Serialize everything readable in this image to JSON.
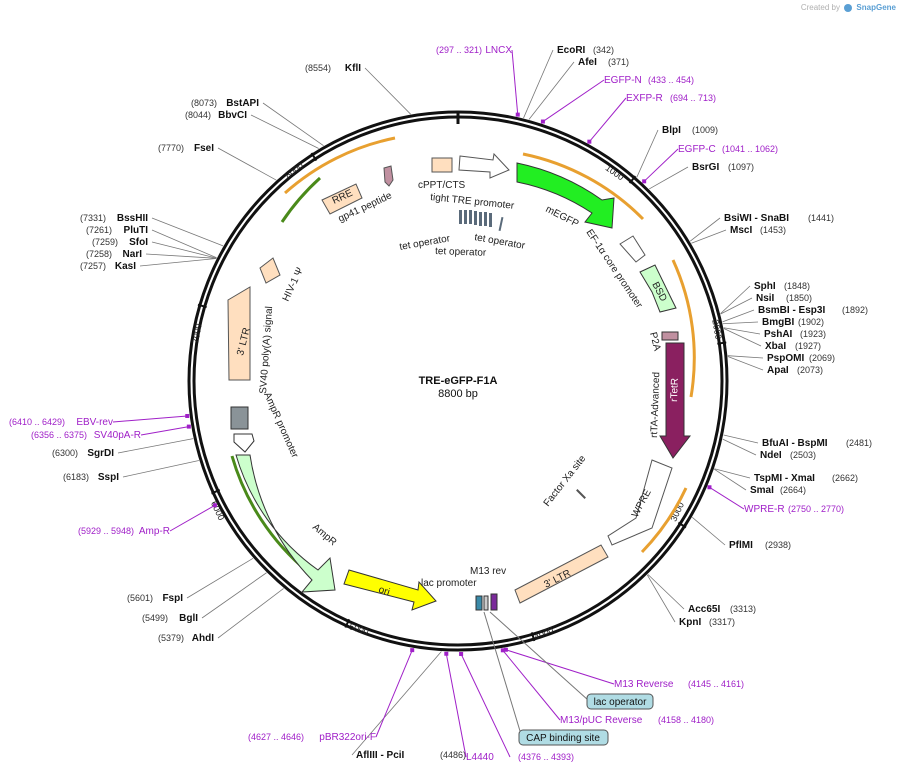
{
  "credit": {
    "prefix": "Created by",
    "brand": "SnapGene"
  },
  "plasmid": {
    "name": "TRE-eGFP-F1A",
    "length": "8800 bp",
    "total_bp": 8800
  },
  "ticks": [
    "1000",
    "2000",
    "3000",
    "4000",
    "5000",
    "6000",
    "7000",
    "8000"
  ],
  "enzymes": [
    {
      "name": "KflI",
      "pos": "(8554)",
      "loc": 8554
    },
    {
      "name": "EcoRI",
      "pos": "(342)",
      "loc": 342
    },
    {
      "name": "AfeI",
      "pos": "(371)",
      "loc": 371
    },
    {
      "name": "BstAPI",
      "pos": "(8073)",
      "loc": 8073
    },
    {
      "name": "BbvCI",
      "pos": "(8044)",
      "loc": 8044
    },
    {
      "name": "FseI",
      "pos": "(7770)",
      "loc": 7770
    },
    {
      "name": "BlpI",
      "pos": "(1009)",
      "loc": 1009
    },
    {
      "name": "BsrGI",
      "pos": "(1097)",
      "loc": 1097
    },
    {
      "name": "BsiWI - SnaBI",
      "pos": "(1441)",
      "loc": 1441
    },
    {
      "name": "MscI",
      "pos": "(1453)",
      "loc": 1453
    },
    {
      "name": "BssHII",
      "pos": "(7331)",
      "loc": 7331
    },
    {
      "name": "PluTI",
      "pos": "(7261)",
      "loc": 7261
    },
    {
      "name": "SfoI",
      "pos": "(7259)",
      "loc": 7259
    },
    {
      "name": "NarI",
      "pos": "(7258)",
      "loc": 7258
    },
    {
      "name": "KasI",
      "pos": "(7257)",
      "loc": 7257
    },
    {
      "name": "SphI",
      "pos": "(1848)",
      "loc": 1848
    },
    {
      "name": "NsiI",
      "pos": "(1850)",
      "loc": 1850
    },
    {
      "name": "BsmBI - Esp3I",
      "pos": "(1892)",
      "loc": 1892
    },
    {
      "name": "BmgBI",
      "pos": "(1902)",
      "loc": 1902
    },
    {
      "name": "PshAI",
      "pos": "(1923)",
      "loc": 1923
    },
    {
      "name": "XbaI",
      "pos": "(1927)",
      "loc": 1927
    },
    {
      "name": "PspOMI",
      "pos": "(2069)",
      "loc": 2069
    },
    {
      "name": "ApaI",
      "pos": "(2073)",
      "loc": 2073
    },
    {
      "name": "SgrDI",
      "pos": "(6300)",
      "loc": 6300
    },
    {
      "name": "SspI",
      "pos": "(6183)",
      "loc": 6183
    },
    {
      "name": "BfuAI - BspMI",
      "pos": "(2481)",
      "loc": 2481
    },
    {
      "name": "NdeI",
      "pos": "(2503)",
      "loc": 2503
    },
    {
      "name": "TspMI - XmaI",
      "pos": "(2662)",
      "loc": 2662
    },
    {
      "name": "SmaI",
      "pos": "(2664)",
      "loc": 2664
    },
    {
      "name": "PflMI",
      "pos": "(2938)",
      "loc": 2938
    },
    {
      "name": "FspI",
      "pos": "(5601)",
      "loc": 5601
    },
    {
      "name": "BglI",
      "pos": "(5499)",
      "loc": 5499
    },
    {
      "name": "AhdI",
      "pos": "(5379)",
      "loc": 5379
    },
    {
      "name": "Acc65I",
      "pos": "(3313)",
      "loc": 3313
    },
    {
      "name": "KpnI",
      "pos": "(3317)",
      "loc": 3317
    },
    {
      "name": "AflIII - PciI",
      "pos": "(4486)",
      "loc": 4486
    }
  ],
  "primers": [
    {
      "name": "LNCX",
      "range": "(297 .. 321)",
      "loc": 309
    },
    {
      "name": "EGFP-N",
      "range": "(433 .. 454)",
      "loc": 443
    },
    {
      "name": "EXFP-R",
      "range": "(694 .. 713)",
      "loc": 703
    },
    {
      "name": "EGFP-C",
      "range": "(1041 .. 1062)",
      "loc": 1051
    },
    {
      "name": "EBV-rev",
      "range": "(6410 .. 6429)",
      "loc": 6420
    },
    {
      "name": "SV40pA-R",
      "range": "(6356 .. 6375)",
      "loc": 6365
    },
    {
      "name": "Amp-R",
      "range": "(5929 .. 5948)",
      "loc": 5938
    },
    {
      "name": "WPRE-R",
      "range": "(2750 .. 2770)",
      "loc": 2760
    },
    {
      "name": "M13 Reverse",
      "range": "(4145 .. 4161)",
      "loc": 4153
    },
    {
      "name": "M13/pUC Reverse",
      "range": "(4158 .. 4180)",
      "loc": 4169
    },
    {
      "name": "pBR322ori-F",
      "range": "(4627 .. 4646)",
      "loc": 4636
    },
    {
      "name": "L4440",
      "range": "",
      "loc": 4460
    },
    {
      "name": "",
      "range": "(4376 .. 4393)",
      "loc": 4384
    }
  ],
  "boxed_features": [
    {
      "name": "lac operator"
    },
    {
      "name": "CAP binding site"
    }
  ],
  "features": {
    "rre": "RRE",
    "gp41": "gp41 peptide",
    "cppt": "cPPT/CTS",
    "tre_promoter": "tight TRE promoter",
    "tet_operator": "tet operator",
    "megfp": "mEGFP",
    "ef1a": "EF-1α core promoter",
    "bsd": "BSD",
    "p2a": "P2A",
    "rtetr": "rTetR",
    "rtta": "rtTA-Advanced",
    "factor_xa": "Factor Xa site",
    "wpre": "WPRE",
    "ltr3_right": "3' LTR",
    "m13rev": "M13 rev",
    "lac_promoter": "lac promoter",
    "ori": "ori",
    "ampr": "AmpR",
    "ampr_promoter": "AmpR promoter",
    "sv40": "SV40 poly(A) signal",
    "ltr3_left": "3' LTR",
    "hiv1": "HIV-1 Ψ"
  },
  "colors": {
    "primer": "#a020c8",
    "enzyme_line": "#777777",
    "backbone": "#111111",
    "orf_orange": "#e8a030",
    "megfp_green": "#22ee22",
    "rtetr_purple": "#8a2060",
    "ori_yellow": "#ffff00",
    "ltr_peach": "#ffdfbf",
    "ampr_pale": "#ccffcc",
    "box_fill": "#b0dce4"
  }
}
